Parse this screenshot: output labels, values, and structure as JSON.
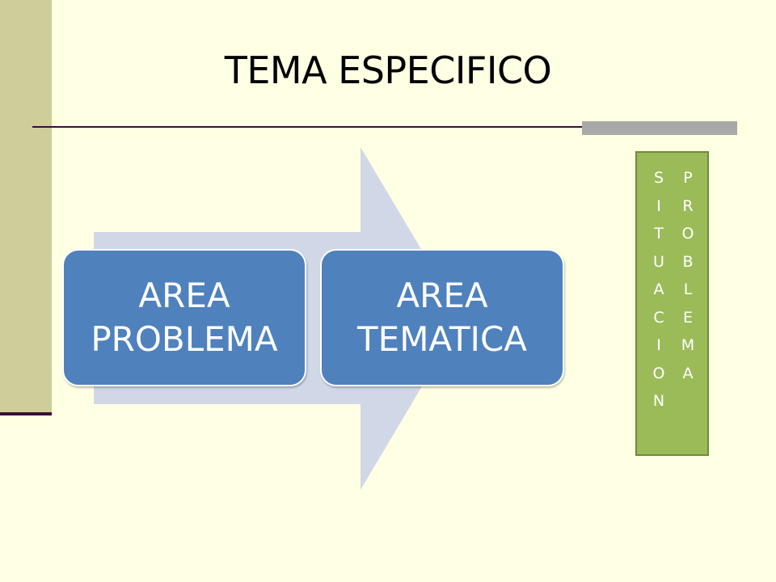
{
  "slide": {
    "title": "TEMA ESPECIFICO"
  },
  "diagram": {
    "boxes": [
      {
        "line1": "AREA",
        "line2": "PROBLEMA"
      },
      {
        "line1": "AREA",
        "line2": "TEMATICA"
      }
    ]
  },
  "side_label": {
    "word1": [
      "S",
      "I",
      "T",
      "U",
      "A",
      "C",
      "I",
      "O",
      "N"
    ],
    "word2": [
      "P",
      "R",
      "O",
      "B",
      "L",
      "E",
      "M",
      "A"
    ]
  },
  "colors": {
    "background": "#ffffe3",
    "box_fill": "#4f81bd",
    "arrow_fill": "#d0d8e8",
    "side_panel": "#9bbb59",
    "left_bar": "#cfcd99"
  }
}
